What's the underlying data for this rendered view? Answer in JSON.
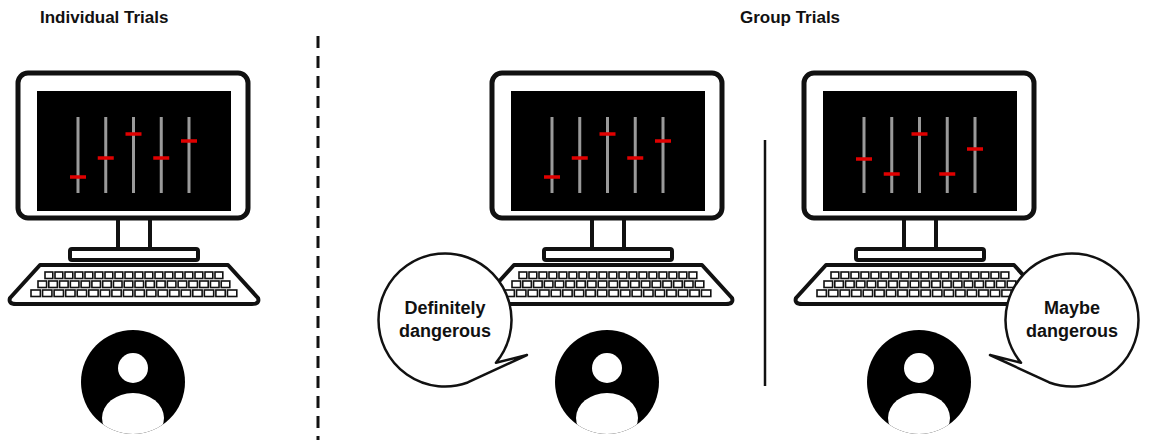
{
  "diagram": {
    "nodes": [
      {
        "text": [
          "Definitely dangerous"
        ]
      },
      {
        "text": [
          "Maybe dangerous"
        ]
      }
    ],
    "labels": [
      "Individual Trials",
      "Group Trials"
    ]
  }
}
